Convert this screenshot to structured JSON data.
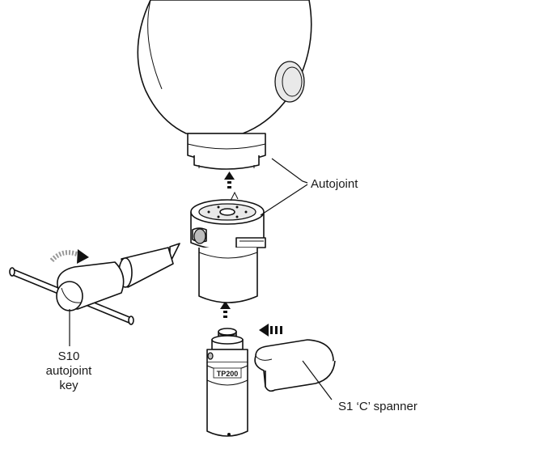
{
  "labels": {
    "autojoint": "Autojoint",
    "key_line1": "S10",
    "key_line2": "autojoint",
    "key_line3": "key",
    "spanner": "S1 ‘C’ spanner",
    "probe_marking": "TP200"
  },
  "icons": [
    "arrow-up-icon",
    "arrow-left-icon",
    "curved-arrow-icon"
  ],
  "colors": {
    "line": "#111111",
    "background": "#ffffff",
    "shade": "#bdbdbd"
  }
}
